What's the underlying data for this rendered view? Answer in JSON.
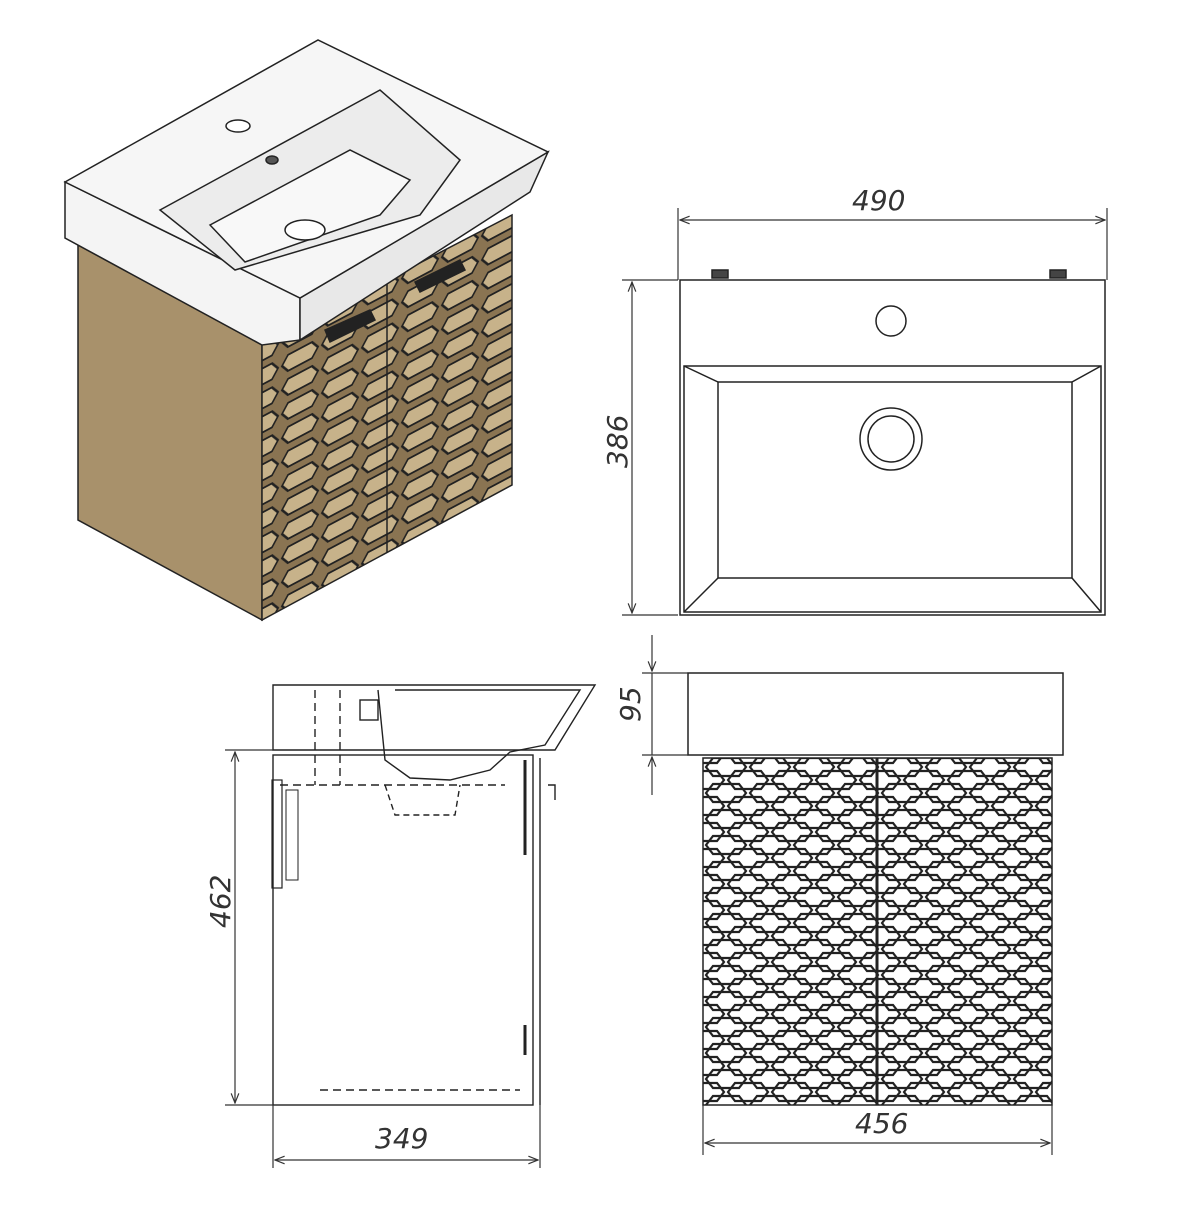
{
  "dimensions": {
    "top_width": "490",
    "top_depth": "386",
    "basin_height": "95",
    "cabinet_height": "462",
    "side_depth": "349",
    "front_width": "456"
  },
  "colors": {
    "cabinet_wood": "#a8916b",
    "line": "#222222",
    "ceramic": "#f4f4f4"
  }
}
